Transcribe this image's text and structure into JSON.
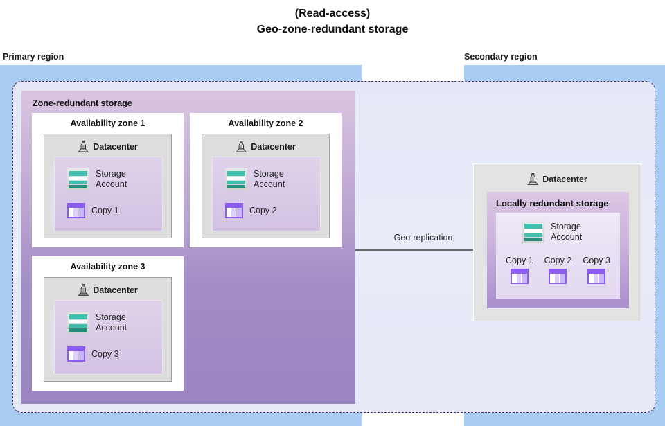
{
  "title": {
    "line1": "(Read-access)",
    "line2": "Geo-zone-redundant storage"
  },
  "regions": {
    "primary_label": "Primary region",
    "secondary_label": "Secondary region"
  },
  "primary": {
    "panel_title": "Zone-redundant storage",
    "zones": [
      {
        "title": "Availability zone 1",
        "datacenter_label": "Datacenter",
        "storage_account_label_line1": "Storage",
        "storage_account_label_line2": "Account",
        "copy_label": "Copy 1"
      },
      {
        "title": "Availability zone 2",
        "datacenter_label": "Datacenter",
        "storage_account_label_line1": "Storage",
        "storage_account_label_line2": "Account",
        "copy_label": "Copy 2"
      },
      {
        "title": "Availability zone 3",
        "datacenter_label": "Datacenter",
        "storage_account_label_line1": "Storage",
        "storage_account_label_line2": "Account",
        "copy_label": "Copy 3"
      }
    ]
  },
  "secondary": {
    "datacenter_label": "Datacenter",
    "panel_title": "Locally redundant storage",
    "storage_account_label_line1": "Storage",
    "storage_account_label_line2": "Account",
    "copies": [
      "Copy 1",
      "Copy 2",
      "Copy 3"
    ]
  },
  "replication": {
    "label": "Geo-replication"
  },
  "icons": {
    "datacenter": "datacenter-icon",
    "storage_account": "storage-account-icon",
    "copy": "copy-icon",
    "arrow": "arrow-right-icon"
  },
  "colors": {
    "region_band": "#a9cdf2",
    "dashed_border": "#4b2a6e",
    "zrs_purple": "#9b85c2",
    "storage_teal": "#3fbfad",
    "copy_purple": "#8b5cf6"
  }
}
